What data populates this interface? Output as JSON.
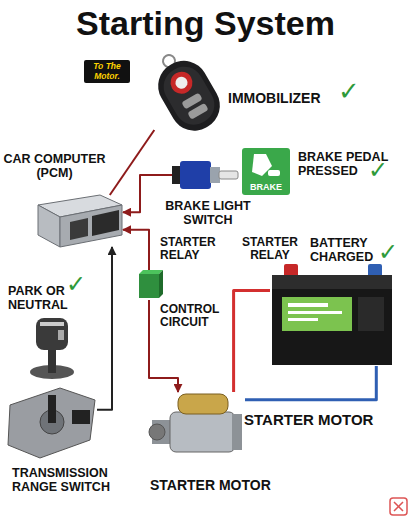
{
  "diagram": {
    "title": "Starting System",
    "nodes": [
      {
        "text": [
          "IMMOBILIZER",
          "✓"
        ]
      },
      {
        "text": [
          "CAR COMPUTER (PCM)"
        ]
      },
      {
        "text": [
          "BRAKE LIGHT SWITCH"
        ]
      },
      {
        "text": [
          "BRAKE",
          "BRAKE PEDAL PRESSED",
          "✓"
        ]
      },
      {
        "text": [
          "STARTER RELAY"
        ]
      },
      {
        "text": [
          "BATTERY CHARGED",
          "✓"
        ]
      },
      {
        "text": [
          "PARK OR NEUTRAL",
          "✓"
        ]
      },
      {
        "text": [
          "TRANSMISSION RANGE SWITCH"
        ]
      },
      {
        "text": [
          "STARTER MOTOR",
          "STARTER MOTOR"
        ]
      }
    ],
    "edges": [
      {
        "from": 0,
        "to": 1,
        "arrow": "none"
      },
      {
        "from": 2,
        "to": 1,
        "arrow": "to"
      },
      {
        "from": 4,
        "to": 1,
        "arrow": "to"
      },
      {
        "from": 4,
        "to": 8,
        "arrow": "to"
      },
      {
        "from": 7,
        "to": 1,
        "arrow": "to"
      },
      {
        "from": 5,
        "to": 8,
        "arrow": "none"
      },
      {
        "from": 5,
        "to": 8,
        "arrow": "none"
      }
    ],
    "labels": [
      "To The Motor.",
      "STARTER RELAY",
      "CONTROL CIRCUIT"
    ]
  }
}
